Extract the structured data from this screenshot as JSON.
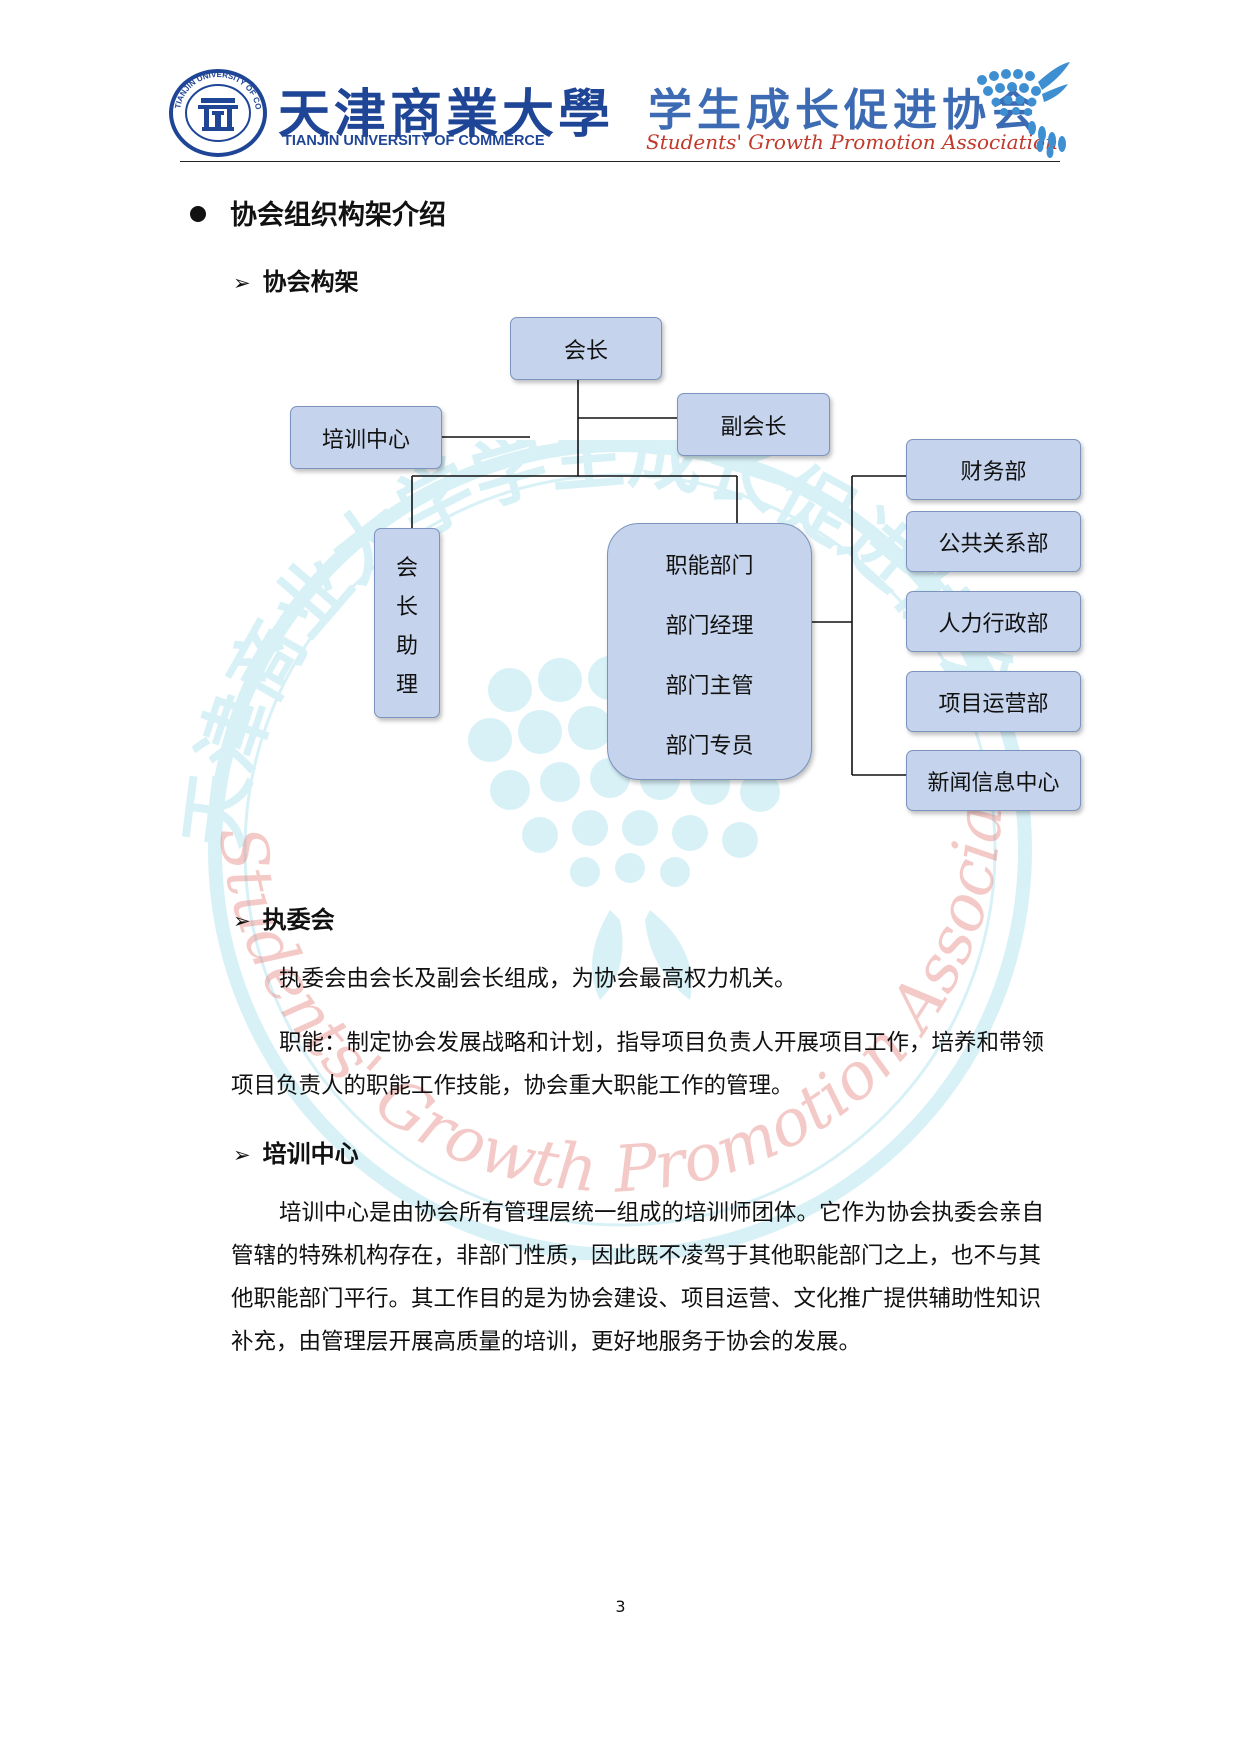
{
  "header": {
    "university_cn": "天津商業大學",
    "university_en": "TIANJIN UNIVERSITY OF COMMERCE",
    "seal_text": "TIANJIN UNIVERSITY OF COMMERCE",
    "association_cn": "学生成长促进协会",
    "association_en": "Students' Growth Promotion Association"
  },
  "section_title": "协会组织构架介绍",
  "org": {
    "heading": "协会构架",
    "president": "会长",
    "vice_president": "副会长",
    "training_center": "培训中心",
    "assistant_chars": [
      "会",
      "长",
      "助",
      "理"
    ],
    "functional": {
      "title": "职能部门",
      "levels": [
        "部门经理",
        "部门主管",
        "部门专员"
      ]
    },
    "departments": [
      "财务部",
      "公共关系部",
      "人力行政部",
      "项目运营部",
      "新闻信息中心"
    ]
  },
  "exec": {
    "heading": "执委会",
    "p1": "执委会由会长及副会长组成，为协会最高权力机关。",
    "p2": "职能：制定协会发展战略和计划，指导项目负责人开展项目工作，培养和带领项目负责人的职能工作技能，协会重大职能工作的管理。"
  },
  "training": {
    "heading": "培训中心",
    "p1": "培训中心是由协会所有管理层统一组成的培训师团体。它作为协会执委会亲自管辖的特殊机构存在，非部门性质，因此既不凌驾于其他职能部门之上，也不与其他职能部门平行。其工作目的是为协会建设、项目运营、文化推广提供辅助性知识补充，由管理层开展高质量的培训，更好地服务于协会的发展。"
  },
  "watermark": {
    "cn": "天津商业大学学生成长促进协会",
    "en": "Students' Growth Promotion Association"
  },
  "page_number": "3",
  "colors": {
    "brand_blue": "#1f4596",
    "box_fill": "#c5d4ec",
    "watermark_cyan": "#4fc3dc",
    "watermark_red": "#e26b63"
  }
}
